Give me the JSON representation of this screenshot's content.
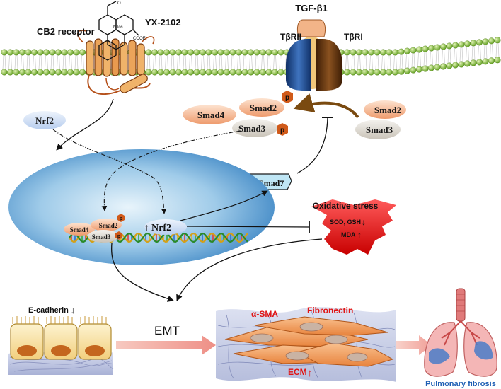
{
  "compound": {
    "name": "YX-2102",
    "substituents": {
      "ntos": "NTos",
      "cooet": "COOEt",
      "oxo": "O"
    }
  },
  "membrane": {
    "cb2_label": "CB2 receptor",
    "ligand_label": "TGF-β1",
    "receptor_left": "TβRII",
    "receptor_right": "TβRI"
  },
  "cytoplasm": {
    "nrf2": "Nrf2",
    "complex": {
      "smad4": "Smad4",
      "smad2": "Smad2",
      "smad3": "Smad3",
      "p": "p"
    },
    "free": {
      "smad2": "Smad2",
      "smad3": "Smad3"
    },
    "smad7": "Smad7",
    "smad7_arrow": "↑"
  },
  "nucleus": {
    "complex": {
      "smad4": "Smad4",
      "smad2": "Smad2",
      "smad3": "Smad3",
      "p": "p"
    },
    "nrf2": "Nrf2",
    "nrf2_arrow": "↑"
  },
  "oxidative_stress": {
    "title": "Oxidative stress",
    "sod_gsh": "SOD, GSH",
    "sod_gsh_arrow": "↓",
    "mda": "MDA",
    "mda_arrow": "↑"
  },
  "bottom": {
    "ecadherin": "E-cadherin",
    "ecadherin_arrow": "↓",
    "emt": "EMT",
    "asma": "α-SMA",
    "fibronectin": "Fibronectin",
    "ecm": "ECM",
    "ecm_arrow": "↑",
    "lung_label": "Pulmonary fibrosis"
  },
  "colors": {
    "membrane_bead": "#8cc63f",
    "nucleus": "#5aa0d8",
    "smad4": "#f2a77c",
    "smad3": "#d8d4cc",
    "phosphate": "#d05a1a",
    "nrf2": "#c5d8f2",
    "oxidative_stress": "#e61a1a",
    "receptor_blue": "#1f4e8c",
    "receptor_brown": "#6b3a10",
    "emt_arrow": "#f08080"
  }
}
